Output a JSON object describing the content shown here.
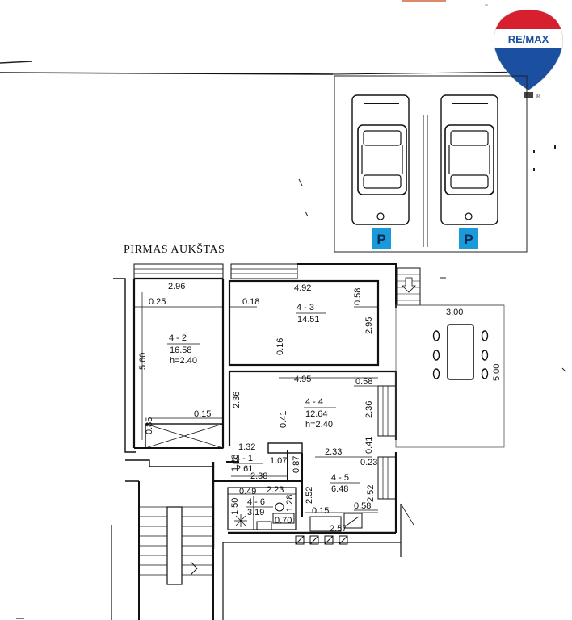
{
  "logo": {
    "brand": "RE/MAX",
    "mark": "®"
  },
  "floor_title": "PIRMAS AUKŠTAS",
  "parking": {
    "sign": "P"
  },
  "rooms": [
    {
      "id": "4 - 2",
      "area": "16.58",
      "height": "h=2.40"
    },
    {
      "id": "4 - 3",
      "area": "14.51"
    },
    {
      "id": "4 - 4",
      "area": "12.64",
      "height": "h=2.40"
    },
    {
      "id": "4 - 1",
      "area": "2.61"
    },
    {
      "id": "4 - 5",
      "area": "6.48"
    },
    {
      "id": "4 - 6",
      "area": "3.19"
    }
  ],
  "dimensions": {
    "d296": "2.96",
    "d025": "0.25",
    "d018": "0.18",
    "d492": "4.92",
    "d058a": "0.58",
    "d295": "2.95",
    "d016": "0.16",
    "d560": "5.60",
    "d495": "4.95",
    "d058b": "0.58",
    "d236a": "2.36",
    "d236b": "2.36",
    "d041": "0.41",
    "d085": "0.85",
    "d015a": "0.15",
    "d132": "1.32",
    "d107": "1.07",
    "d233": "2.33",
    "d041b": "0.41",
    "d023": "0.23",
    "d128": "1.28",
    "d087": "0.87",
    "d238": "2.38",
    "d252a": "2.52",
    "d252b": "2.52",
    "d049": "0.49",
    "d223": "2.23",
    "d128b": "1.28",
    "d150": "1.50",
    "d070": "0.70",
    "d015b": "0.15",
    "d058c": "0.58",
    "d257": "2.57",
    "terrace_w": "3,00",
    "terrace_h": "5.00"
  }
}
